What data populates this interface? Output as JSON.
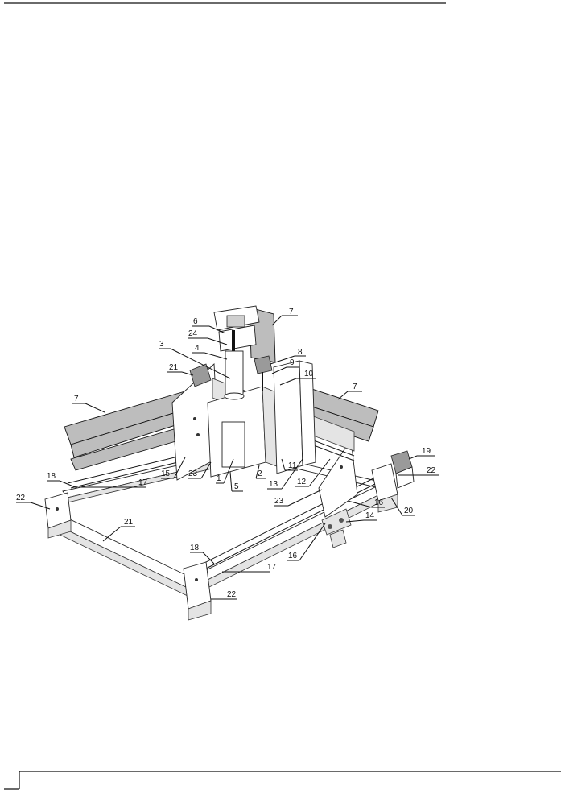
{
  "callouts": [
    {
      "id": "c-7-top",
      "label": "7"
    },
    {
      "id": "c-6",
      "label": "6"
    },
    {
      "id": "c-24",
      "label": "24"
    },
    {
      "id": "c-3",
      "label": "3"
    },
    {
      "id": "c-4",
      "label": "4"
    },
    {
      "id": "c-8",
      "label": "8"
    },
    {
      "id": "c-9",
      "label": "9"
    },
    {
      "id": "c-21-top",
      "label": "21"
    },
    {
      "id": "c-10",
      "label": "10"
    },
    {
      "id": "c-7-left",
      "label": "7"
    },
    {
      "id": "c-7-right",
      "label": "7"
    },
    {
      "id": "c-19",
      "label": "19"
    },
    {
      "id": "c-22-right",
      "label": "22"
    },
    {
      "id": "c-15",
      "label": "15"
    },
    {
      "id": "c-23-left",
      "label": "23"
    },
    {
      "id": "c-1",
      "label": "1"
    },
    {
      "id": "c-5",
      "label": "5"
    },
    {
      "id": "c-2",
      "label": "2"
    },
    {
      "id": "c-11",
      "label": "11"
    },
    {
      "id": "c-13",
      "label": "13"
    },
    {
      "id": "c-12",
      "label": "12"
    },
    {
      "id": "c-18-left",
      "label": "18"
    },
    {
      "id": "c-17-left",
      "label": "17"
    },
    {
      "id": "c-22-left",
      "label": "22"
    },
    {
      "id": "c-23-right",
      "label": "23"
    },
    {
      "id": "c-16-right",
      "label": "16"
    },
    {
      "id": "c-20",
      "label": "20"
    },
    {
      "id": "c-14",
      "label": "14"
    },
    {
      "id": "c-21-bottom",
      "label": "21"
    },
    {
      "id": "c-18-bottom",
      "label": "18"
    },
    {
      "id": "c-16-bottom",
      "label": "16"
    },
    {
      "id": "c-17-bottom",
      "label": "17"
    },
    {
      "id": "c-22-bottom",
      "label": "22"
    }
  ]
}
